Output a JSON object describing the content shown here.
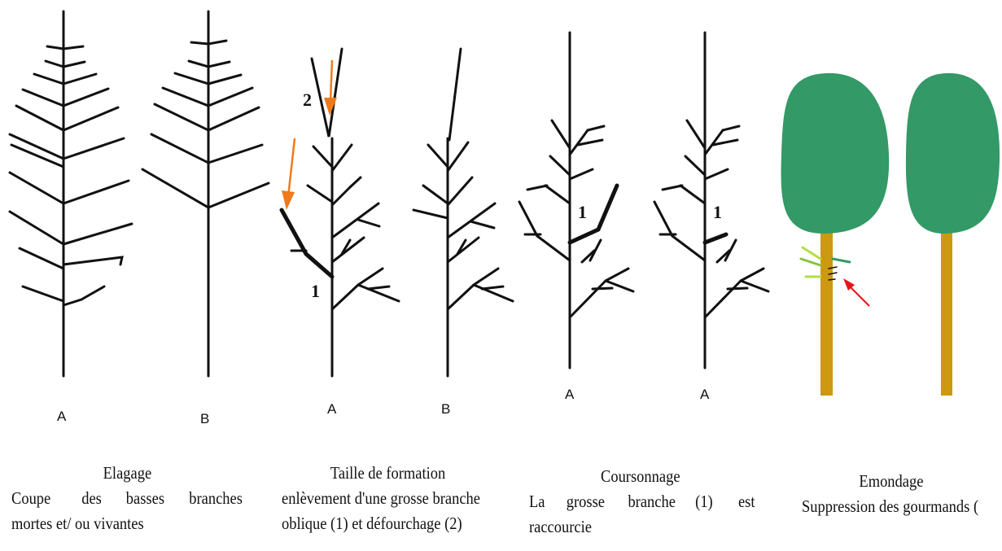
{
  "labels": {
    "elagage_a": "A",
    "elagage_b": "B",
    "taille_a": "A",
    "taille_b": "B",
    "courson_a1": "A",
    "courson_a2": "A",
    "taille_num1": "1",
    "taille_num2": "2",
    "courson_num1": "1",
    "courson_num2": "1"
  },
  "captions": {
    "elagage": {
      "title": "Elagage",
      "line1_words": [
        "Coupe",
        "des",
        "basses",
        "branches"
      ],
      "line2": "mortes et/ ou vivantes"
    },
    "taille": {
      "title": "Taille de formation",
      "line1": "enlèvement d'une grosse branche",
      "line2": "oblique (1) et défourchage (2)"
    },
    "coursonnage": {
      "title": "Coursonnage",
      "line1_words": [
        "La",
        "grosse",
        "branche",
        "(1)",
        "est"
      ],
      "line2": "raccourcie"
    },
    "emondage": {
      "title": "Emondage",
      "line1": "Suppression des gourmands ("
    }
  },
  "colors": {
    "branch": "#111111",
    "arrow_orange": "#f07a1a",
    "arrow_red": "#e8141c",
    "canopy": "#339966",
    "trunk": "#cc9911",
    "sprout_light": "#b3dd44",
    "sprout_mid": "#88c044"
  }
}
